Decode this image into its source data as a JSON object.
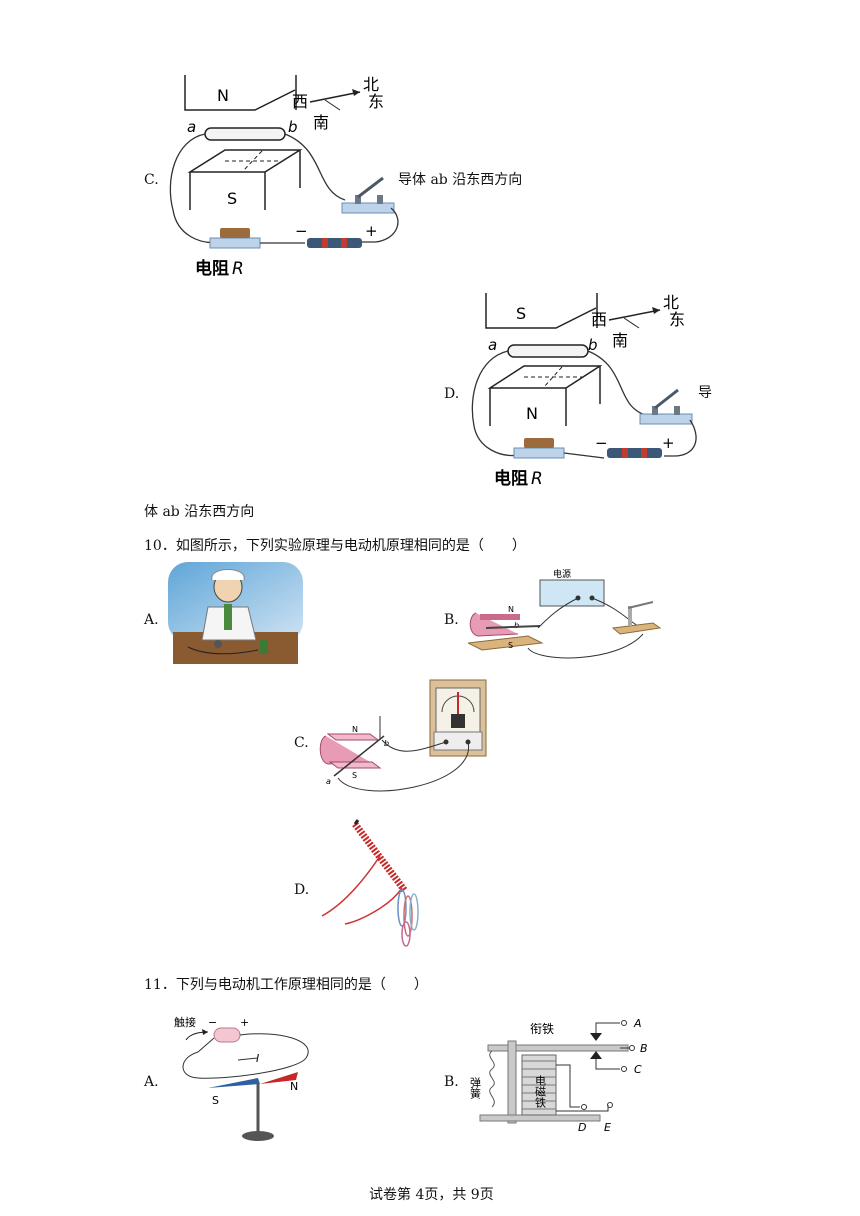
{
  "q9": {
    "optC": {
      "letter": "C.",
      "caption": "导体 ab 沿东西方向",
      "magnet_top": "N",
      "magnet_bottom": "S",
      "compass": {
        "north": "北",
        "east": "东",
        "west": "西",
        "south": "南"
      },
      "end_a": "a",
      "end_b": "b",
      "minus": "−",
      "plus": "+",
      "resistor": "电阻",
      "resistor_var": "R"
    },
    "optD": {
      "letter": "D.",
      "caption_part1": "导",
      "caption_part2": "体 ab 沿东西方向",
      "magnet_top": "S",
      "magnet_bottom": "N",
      "compass": {
        "north": "北",
        "east": "东",
        "west": "西",
        "south": "南"
      },
      "end_a": "a",
      "end_b": "b",
      "minus": "−",
      "plus": "+",
      "resistor": "电阻",
      "resistor_var": "R"
    }
  },
  "q10": {
    "stem": "10．如图所示，下列实验原理与电动机原理相同的是（　　）",
    "A": "A.",
    "B": "B.",
    "B_power": "电源",
    "B_n": "N",
    "B_s": "S",
    "B_b": "b",
    "C": "C.",
    "C_n": "N",
    "C_s": "S",
    "C_a": "a",
    "C_b": "b",
    "D": "D."
  },
  "q11": {
    "stem": "11．下列与电动机工作原理相同的是（　　）",
    "A": "A.",
    "A_touch": "触接",
    "A_minus": "−",
    "A_plus": "+",
    "A_I": "I",
    "A_S": "S",
    "A_N": "N",
    "B": "B.",
    "B_armature": "衔铁",
    "B_spring": "弹簧",
    "B_electromagnet": "电磁铁",
    "B_A": "A",
    "B_B": "B",
    "B_C": "C",
    "B_D": "D",
    "B_E": "E"
  },
  "footer": "试卷第 4页，共 9页"
}
